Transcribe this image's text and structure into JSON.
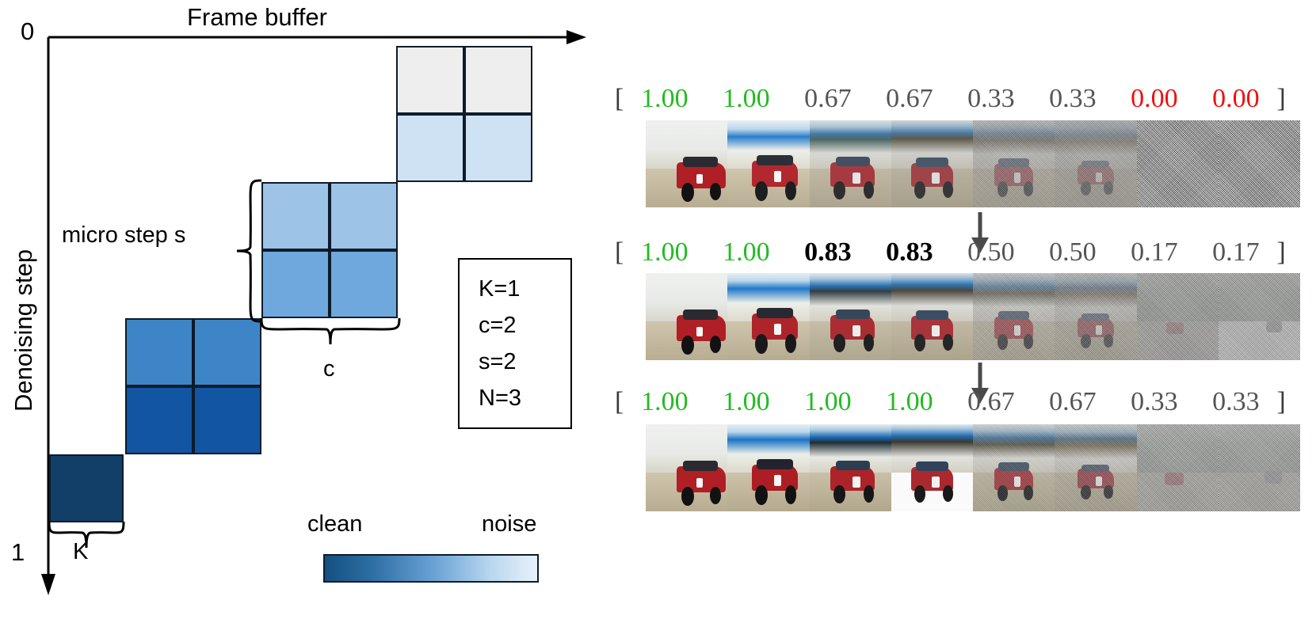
{
  "diagram": {
    "x_axis_label": "Frame buffer",
    "y_axis_label": "Denoising step",
    "y_top_tick": "0",
    "y_bottom_tick": "1",
    "brace_micro_step": "micro step s",
    "brace_c": "c",
    "brace_k": "K",
    "params": [
      "K=1",
      "c=2",
      "s=2",
      "N=3"
    ],
    "legend": {
      "left_label": "clean",
      "right_label": "noise",
      "gradient_from": "#13507f",
      "gradient_to": "#e8f1fa"
    },
    "cell_colors": {
      "noise_lightest": "#eeeeee",
      "light_blue": "#cfe2f3",
      "mid_light_blue": "#9dc3e6",
      "mid_blue": "#6fa8dc",
      "blue": "#3d85c6",
      "dark_blue": "#1155a3",
      "darkest_blue": "#123f68",
      "border": "#0d1b2a"
    }
  },
  "panel": {
    "value_colors": {
      "green": "#22bb22",
      "gray": "#555555",
      "black": "#000000",
      "red": "#ee1111"
    },
    "rows": [
      {
        "open_bracket": "[",
        "close_bracket": "]",
        "values": [
          {
            "text": "1.00",
            "color": "green"
          },
          {
            "text": "1.00",
            "color": "green"
          },
          {
            "text": "0.67",
            "color": "gray"
          },
          {
            "text": "0.67",
            "color": "gray"
          },
          {
            "text": "0.33",
            "color": "gray"
          },
          {
            "text": "0.33",
            "color": "gray"
          },
          {
            "text": "0.00",
            "color": "red"
          },
          {
            "text": "0.00",
            "color": "red"
          }
        ]
      },
      {
        "open_bracket": "[",
        "close_bracket": "]",
        "values": [
          {
            "text": "1.00",
            "color": "green"
          },
          {
            "text": "1.00",
            "color": "green"
          },
          {
            "text": "0.83",
            "color": "black"
          },
          {
            "text": "0.83",
            "color": "black"
          },
          {
            "text": "0.50",
            "color": "gray"
          },
          {
            "text": "0.50",
            "color": "gray"
          },
          {
            "text": "0.17",
            "color": "gray"
          },
          {
            "text": "0.17",
            "color": "gray"
          }
        ]
      },
      {
        "open_bracket": "[",
        "close_bracket": "]",
        "values": [
          {
            "text": "1.00",
            "color": "green"
          },
          {
            "text": "1.00",
            "color": "green"
          },
          {
            "text": "1.00",
            "color": "green"
          },
          {
            "text": "1.00",
            "color": "green"
          },
          {
            "text": "0.67",
            "color": "gray"
          },
          {
            "text": "0.67",
            "color": "gray"
          },
          {
            "text": "0.33",
            "color": "gray"
          },
          {
            "text": "0.33",
            "color": "gray"
          }
        ]
      }
    ],
    "strips": [
      {
        "name": "strip-row-1",
        "frames": [
          0.0,
          0.05,
          0.2,
          0.28,
          0.48,
          0.55,
          1.0,
          1.0
        ]
      },
      {
        "name": "strip-row-2",
        "frames": [
          0.0,
          0.03,
          0.1,
          0.14,
          0.33,
          0.4,
          0.8,
          0.88
        ]
      },
      {
        "name": "strip-row-3",
        "frames": [
          0.0,
          0.0,
          0.02,
          0.05,
          0.22,
          0.3,
          0.62,
          0.72
        ]
      }
    ],
    "arrow_glyph": "arrow-down"
  }
}
